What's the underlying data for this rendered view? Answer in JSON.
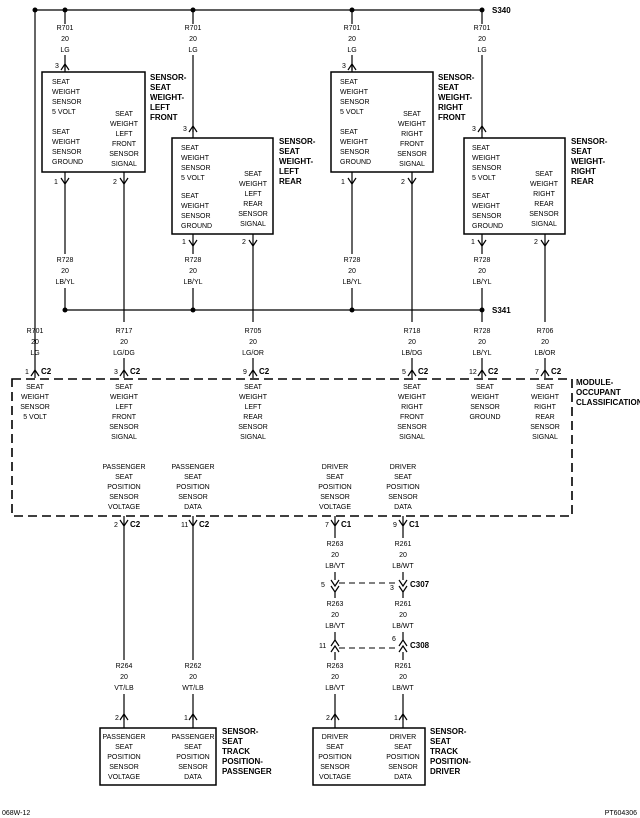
{
  "splices": {
    "s340": "S340",
    "s341": "S341"
  },
  "wires": [
    {
      "id": "w_top1",
      "circuit": "R701",
      "gauge": "20",
      "color": "LG"
    },
    {
      "id": "w_top2",
      "circuit": "R701",
      "gauge": "20",
      "color": "LG"
    },
    {
      "id": "w_top3",
      "circuit": "R701",
      "gauge": "20",
      "color": "LG"
    },
    {
      "id": "w_top4",
      "circuit": "R701",
      "gauge": "20",
      "color": "LG"
    },
    {
      "id": "w_mid1",
      "circuit": "R728",
      "gauge": "20",
      "color": "LB/YL"
    },
    {
      "id": "w_mid2",
      "circuit": "R728",
      "gauge": "20",
      "color": "LB/YL"
    },
    {
      "id": "w_mid3",
      "circuit": "R728",
      "gauge": "20",
      "color": "LB/YL"
    },
    {
      "id": "w_mid4",
      "circuit": "R728",
      "gauge": "20",
      "color": "LB/YL"
    },
    {
      "id": "w_c1",
      "circuit": "R701",
      "gauge": "20",
      "color": "LG"
    },
    {
      "id": "w_c2",
      "circuit": "R717",
      "gauge": "20",
      "color": "LG/DG"
    },
    {
      "id": "w_c3",
      "circuit": "R705",
      "gauge": "20",
      "color": "LG/OR"
    },
    {
      "id": "w_c4",
      "circuit": "R718",
      "gauge": "20",
      "color": "LB/DG"
    },
    {
      "id": "w_c5",
      "circuit": "R728",
      "gauge": "20",
      "color": "LB/YL"
    },
    {
      "id": "w_c6",
      "circuit": "R706",
      "gauge": "20",
      "color": "LB/OR"
    },
    {
      "id": "w_d1",
      "circuit": "R263",
      "gauge": "20",
      "color": "LB/VT"
    },
    {
      "id": "w_d2",
      "circuit": "R261",
      "gauge": "20",
      "color": "LB/WT"
    },
    {
      "id": "w_d3",
      "circuit": "R263",
      "gauge": "20",
      "color": "LB/VT"
    },
    {
      "id": "w_d4",
      "circuit": "R261",
      "gauge": "20",
      "color": "LB/WT"
    },
    {
      "id": "w_d5",
      "circuit": "R263",
      "gauge": "20",
      "color": "LB/VT"
    },
    {
      "id": "w_d6",
      "circuit": "R261",
      "gauge": "20",
      "color": "LB/WT"
    },
    {
      "id": "w_p1",
      "circuit": "R264",
      "gauge": "20",
      "color": "VT/LB"
    },
    {
      "id": "w_p2",
      "circuit": "R262",
      "gauge": "20",
      "color": "WT/LB"
    }
  ],
  "pins": {
    "s_lf_top": "3",
    "s_lr_top": "3",
    "s_rf_top": "3",
    "s_rr_top": "3",
    "s_lf_b1": "1",
    "s_lf_b2": "2",
    "s_lr_b1": "1",
    "s_lr_b2": "2",
    "s_rf_b1": "1",
    "s_rf_b2": "2",
    "s_rr_b1": "1",
    "s_rr_b2": "2",
    "m1": "1",
    "m2": "3",
    "m3": "9",
    "m4": "5",
    "m5": "12",
    "m6": "7",
    "mb1": "2",
    "mb2": "11",
    "mb3": "7",
    "mb4": "9",
    "c307a": "5",
    "c307b": "3",
    "c308a": "11",
    "c308b": "6",
    "pp1": "2",
    "pp2": "1",
    "pd1": "2",
    "pd2": "1"
  },
  "connectors": {
    "c1": "C1",
    "c2": "C2",
    "c307": "C307",
    "c308": "C308"
  },
  "sensors": {
    "lf": {
      "title": [
        "SENSOR-",
        "SEAT",
        "WEIGHT-",
        "LEFT",
        "FRONT"
      ],
      "a": [
        "SEAT",
        "WEIGHT",
        "SENSOR",
        "5 VOLT"
      ],
      "b": [
        "SEAT",
        "WEIGHT",
        "SENSOR",
        "GROUND"
      ],
      "c": [
        "SEAT",
        "WEIGHT",
        "LEFT",
        "FRONT",
        "SENSOR",
        "SIGNAL"
      ]
    },
    "lr": {
      "title": [
        "SENSOR-",
        "SEAT",
        "WEIGHT-",
        "LEFT",
        "REAR"
      ],
      "a": [
        "SEAT",
        "WEIGHT",
        "SENSOR",
        "5 VOLT"
      ],
      "b": [
        "SEAT",
        "WEIGHT",
        "SENSOR",
        "GROUND"
      ],
      "c": [
        "SEAT",
        "WEIGHT",
        "LEFT",
        "REAR",
        "SENSOR",
        "SIGNAL"
      ]
    },
    "rf": {
      "title": [
        "SENSOR-",
        "SEAT",
        "WEIGHT-",
        "RIGHT",
        "FRONT"
      ],
      "a": [
        "SEAT",
        "WEIGHT",
        "SENSOR",
        "5 VOLT"
      ],
      "b": [
        "SEAT",
        "WEIGHT",
        "SENSOR",
        "GROUND"
      ],
      "c": [
        "SEAT",
        "WEIGHT",
        "RIGHT",
        "FRONT",
        "SENSOR",
        "SIGNAL"
      ]
    },
    "rr": {
      "title": [
        "SENSOR-",
        "SEAT",
        "WEIGHT-",
        "RIGHT",
        "REAR"
      ],
      "a": [
        "SEAT",
        "WEIGHT",
        "SENSOR",
        "5 VOLT"
      ],
      "b": [
        "SEAT",
        "WEIGHT",
        "SENSOR",
        "GROUND"
      ],
      "c": [
        "SEAT",
        "WEIGHT",
        "RIGHT",
        "REAR",
        "SENSOR",
        "SIGNAL"
      ]
    }
  },
  "module": {
    "title": [
      "MODULE-",
      "OCCUPANT",
      "CLASSIFICATION"
    ],
    "top": [
      [
        "SEAT",
        "WEIGHT",
        "SENSOR",
        "5 VOLT"
      ],
      [
        "SEAT",
        "WEIGHT",
        "LEFT",
        "FRONT",
        "SENSOR",
        "SIGNAL"
      ],
      [
        "SEAT",
        "WEIGHT",
        "LEFT",
        "REAR",
        "SENSOR",
        "SIGNAL"
      ],
      [
        "SEAT",
        "WEIGHT",
        "RIGHT",
        "FRONT",
        "SENSOR",
        "SIGNAL"
      ],
      [
        "SEAT",
        "WEIGHT",
        "SENSOR",
        "GROUND"
      ],
      [
        "SEAT",
        "WEIGHT",
        "RIGHT",
        "REAR",
        "SENSOR",
        "SIGNAL"
      ]
    ],
    "bottom": [
      [
        "PASSENGER",
        "SEAT",
        "POSITION",
        "SENSOR",
        "VOLTAGE"
      ],
      [
        "PASSENGER",
        "SEAT",
        "POSITION",
        "SENSOR",
        "DATA"
      ],
      [
        "DRIVER",
        "SEAT",
        "POSITION",
        "SENSOR",
        "VOLTAGE"
      ],
      [
        "DRIVER",
        "SEAT",
        "POSITION",
        "SENSOR",
        "DATA"
      ]
    ]
  },
  "track": {
    "pass": {
      "title": [
        "SENSOR-",
        "SEAT",
        "TRACK",
        "POSITION-",
        "PASSENGER"
      ],
      "a": [
        "PASSENGER",
        "SEAT",
        "POSITION",
        "SENSOR",
        "VOLTAGE"
      ],
      "b": [
        "PASSENGER",
        "SEAT",
        "POSITION",
        "SENSOR",
        "DATA"
      ]
    },
    "drv": {
      "title": [
        "SENSOR-",
        "SEAT",
        "TRACK",
        "POSITION-",
        "DRIVER"
      ],
      "a": [
        "DRIVER",
        "SEAT",
        "POSITION",
        "SENSOR",
        "VOLTAGE"
      ],
      "b": [
        "DRIVER",
        "SEAT",
        "POSITION",
        "SENSOR",
        "DATA"
      ]
    }
  },
  "footer": {
    "left": "068W-12",
    "right": "PT604306"
  }
}
